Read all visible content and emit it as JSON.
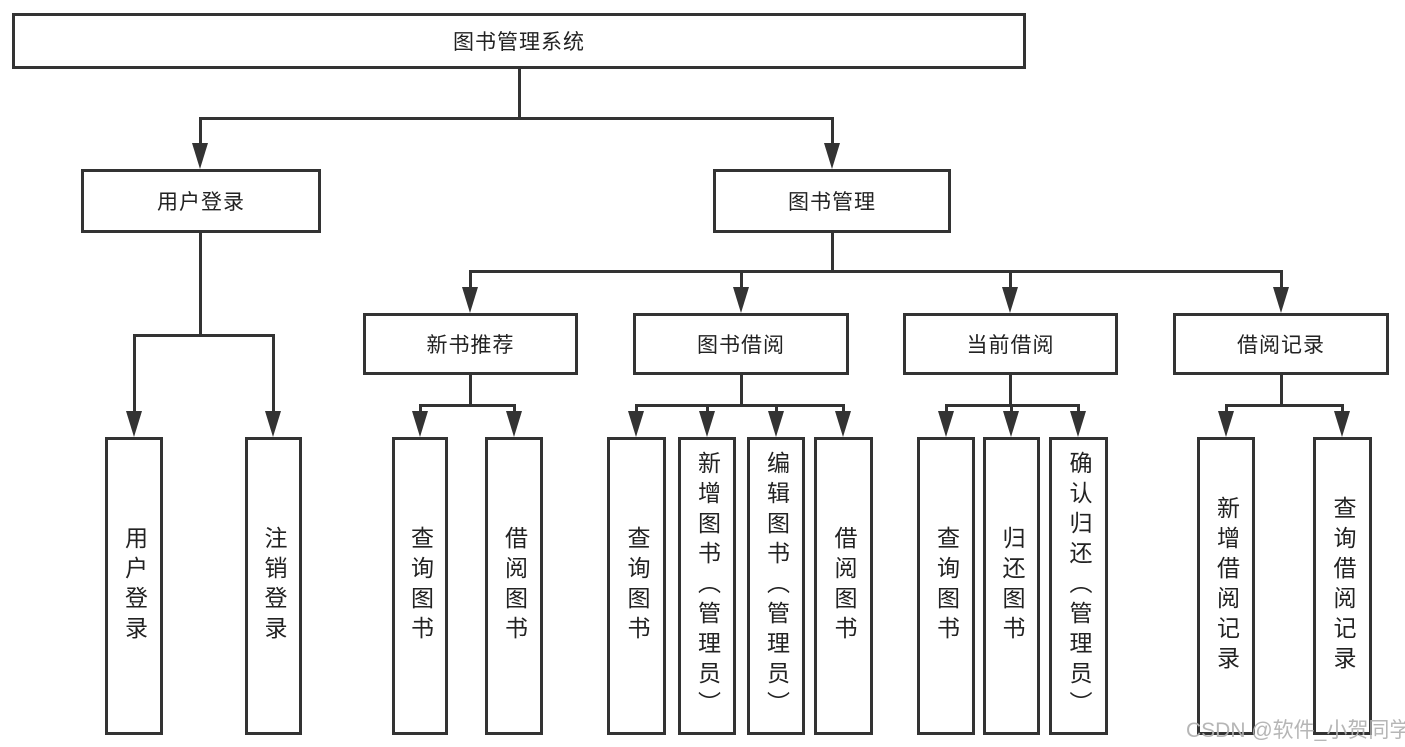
{
  "colors": {
    "line": "#333333",
    "box_border": "#333333",
    "text": "#222222",
    "background": "#ffffff",
    "watermark": "#b2b2b2"
  },
  "watermark": "CSDN @软件_小贺同学",
  "tree": {
    "label": "图书管理系统",
    "children": [
      {
        "label": "用户登录",
        "children": [
          {
            "label": "用户登录"
          },
          {
            "label": "注销登录"
          }
        ]
      },
      {
        "label": "图书管理",
        "children": [
          {
            "label": "新书推荐",
            "children": [
              {
                "label": "查询图书"
              },
              {
                "label": "借阅图书"
              }
            ]
          },
          {
            "label": "图书借阅",
            "children": [
              {
                "label": "查询图书"
              },
              {
                "label": "新增图书（管理员）"
              },
              {
                "label": "编辑图书（管理员）"
              },
              {
                "label": "借阅图书"
              }
            ]
          },
          {
            "label": "当前借阅",
            "children": [
              {
                "label": "查询图书"
              },
              {
                "label": "归还图书"
              },
              {
                "label": "确认归还（管理员）"
              }
            ]
          },
          {
            "label": "借阅记录",
            "children": [
              {
                "label": "新增借阅记录"
              },
              {
                "label": "查询借阅记录"
              }
            ]
          }
        ]
      }
    ]
  }
}
